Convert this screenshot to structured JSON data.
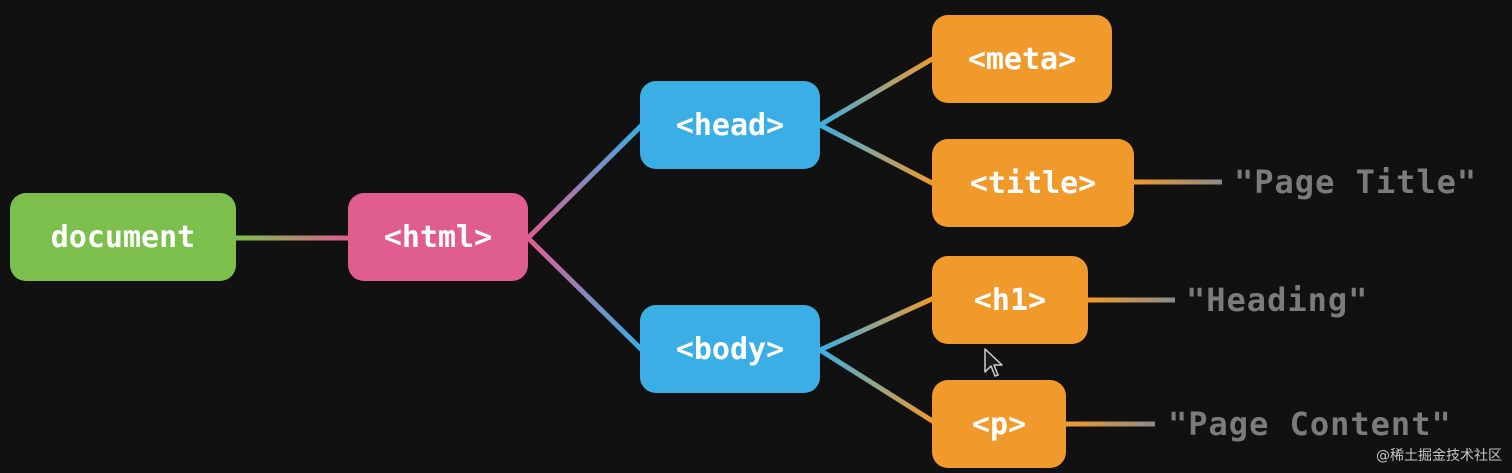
{
  "nodes": {
    "document": "document",
    "html": "<html>",
    "head": "<head>",
    "body": "<body>",
    "meta": "<meta>",
    "title": "<title>",
    "h1": "<h1>",
    "p": "<p>"
  },
  "texts": {
    "page_title": "\"Page Title\"",
    "heading": "\"Heading\"",
    "page_content": "\"Page Content\""
  },
  "watermark": "@稀土掘金技术社区",
  "colors": {
    "document": "#7cbf4d",
    "html": "#e05d8f",
    "head_body": "#3aaee5",
    "leaf": "#f19a2c",
    "text": "#7b7b7b",
    "background": "#111111"
  }
}
